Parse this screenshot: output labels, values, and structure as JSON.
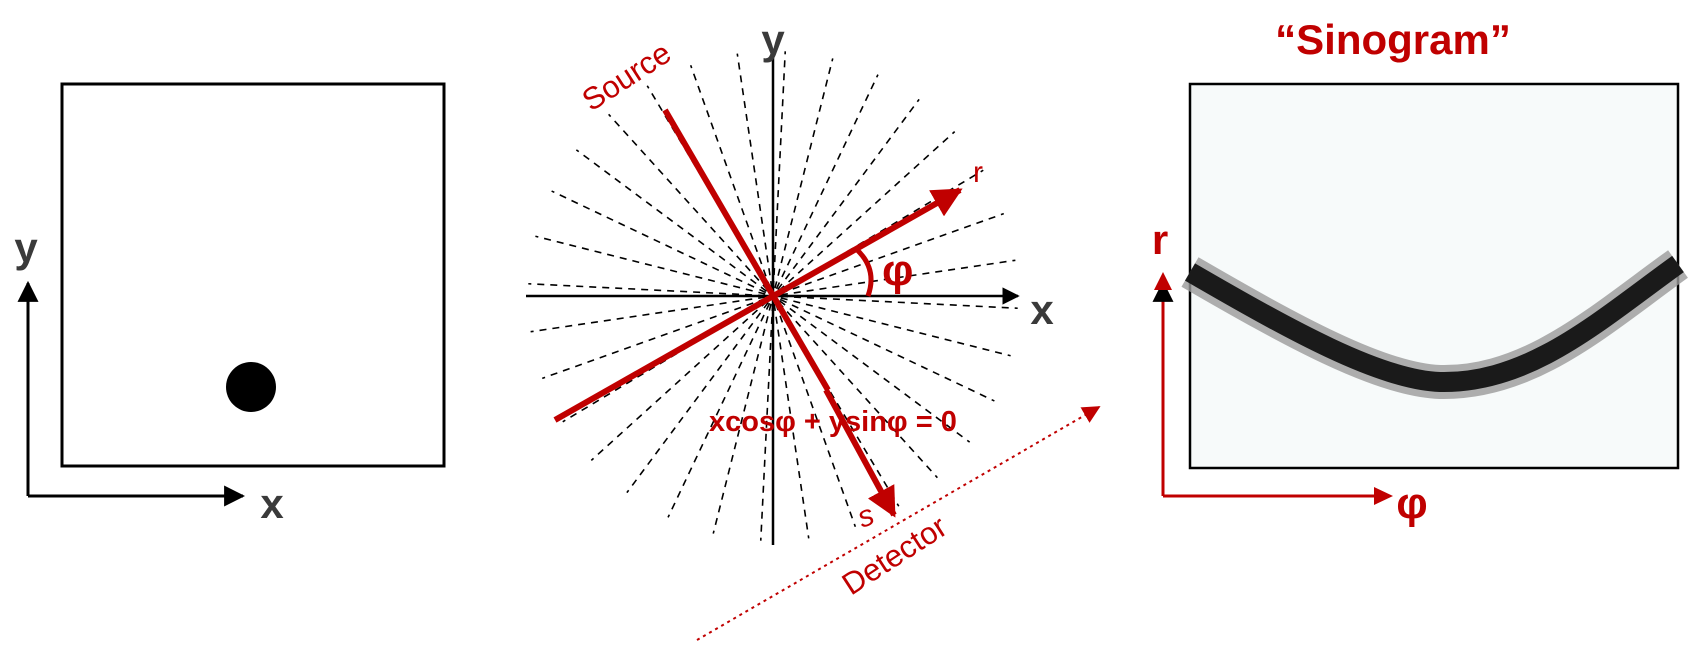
{
  "panels": {
    "object": {
      "x_label": "x",
      "y_label": "y"
    },
    "geometry": {
      "x_label": "x",
      "y_label": "y",
      "source_label": "Source",
      "r_label": "r",
      "phi_label": "φ",
      "equation": "xcosφ + ysinφ = 0",
      "s_label": "s",
      "detector_label": "Detector"
    },
    "sinogram": {
      "title": "“Sinogram”",
      "r_label": "r",
      "phi_label": "φ"
    }
  },
  "colors": {
    "red": "#c00000",
    "black": "#000000",
    "axis_gray": "#3a3a3a"
  }
}
